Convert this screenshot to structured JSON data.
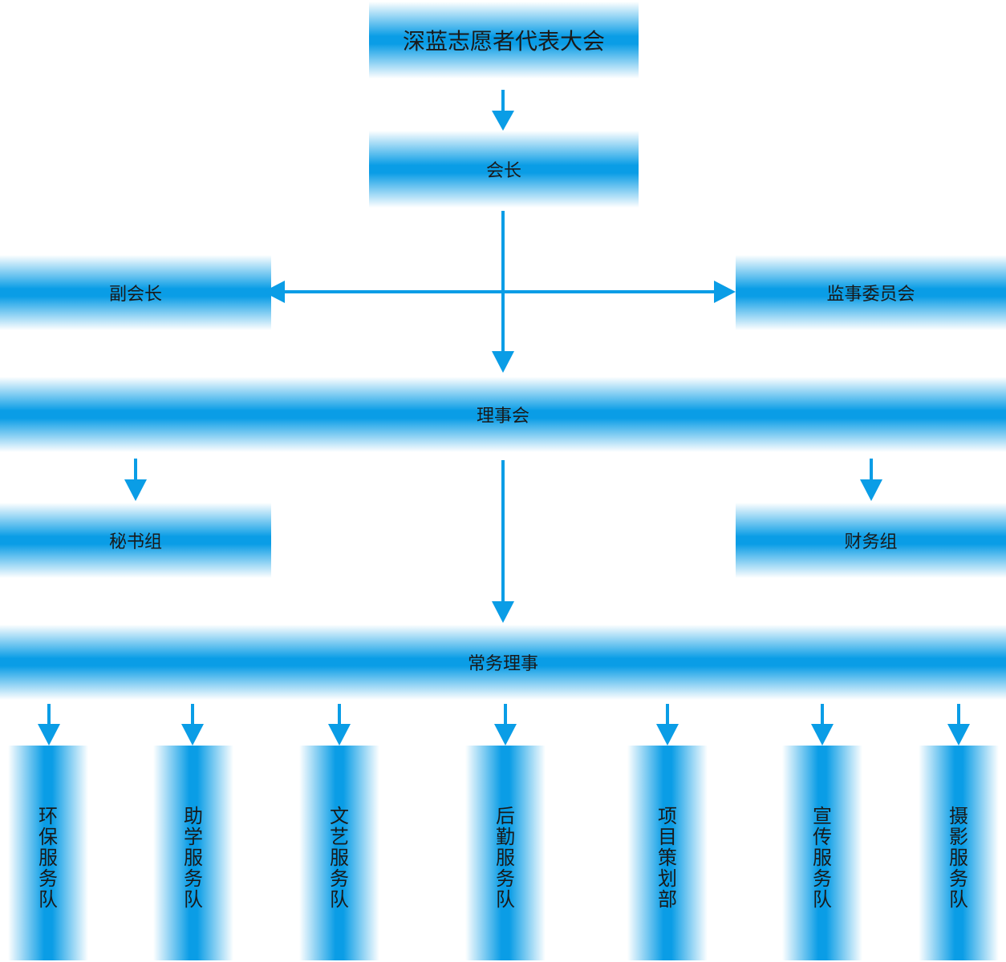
{
  "nodes": {
    "congress": "深蓝志愿者代表大会",
    "president": "会长",
    "vice_president": "副会长",
    "supervisory": "监事委员会",
    "council": "理事会",
    "secretariat": "秘书组",
    "finance": "财务组",
    "executive": "常务理事"
  },
  "teams": [
    "环保服务队",
    "助学服务队",
    "文艺服务队",
    "后勤服务队",
    "项目策划部",
    "宣传服务队",
    "摄影服务队"
  ],
  "colors": {
    "box": "#0a9de6",
    "arrow": "#0a9de6"
  }
}
